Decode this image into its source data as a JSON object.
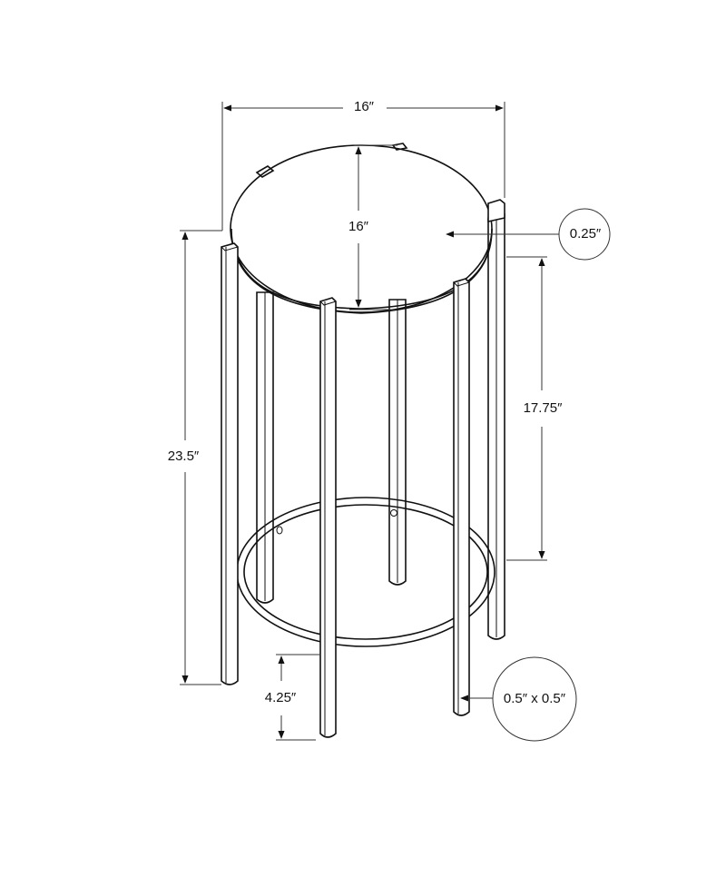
{
  "diagram": {
    "subject": "Round accent table with six square legs and lower ring",
    "dimensions": {
      "overall_width": "16″",
      "top_diameter": "16″",
      "top_thickness": "0.25″",
      "overall_height": "23.5″",
      "clearance_under_top": "17.75″",
      "ring_height_from_floor": "4.25″",
      "leg_size": "0.5″ x 0.5″"
    },
    "colors": {
      "line": "#111111",
      "background": "#ffffff"
    }
  }
}
